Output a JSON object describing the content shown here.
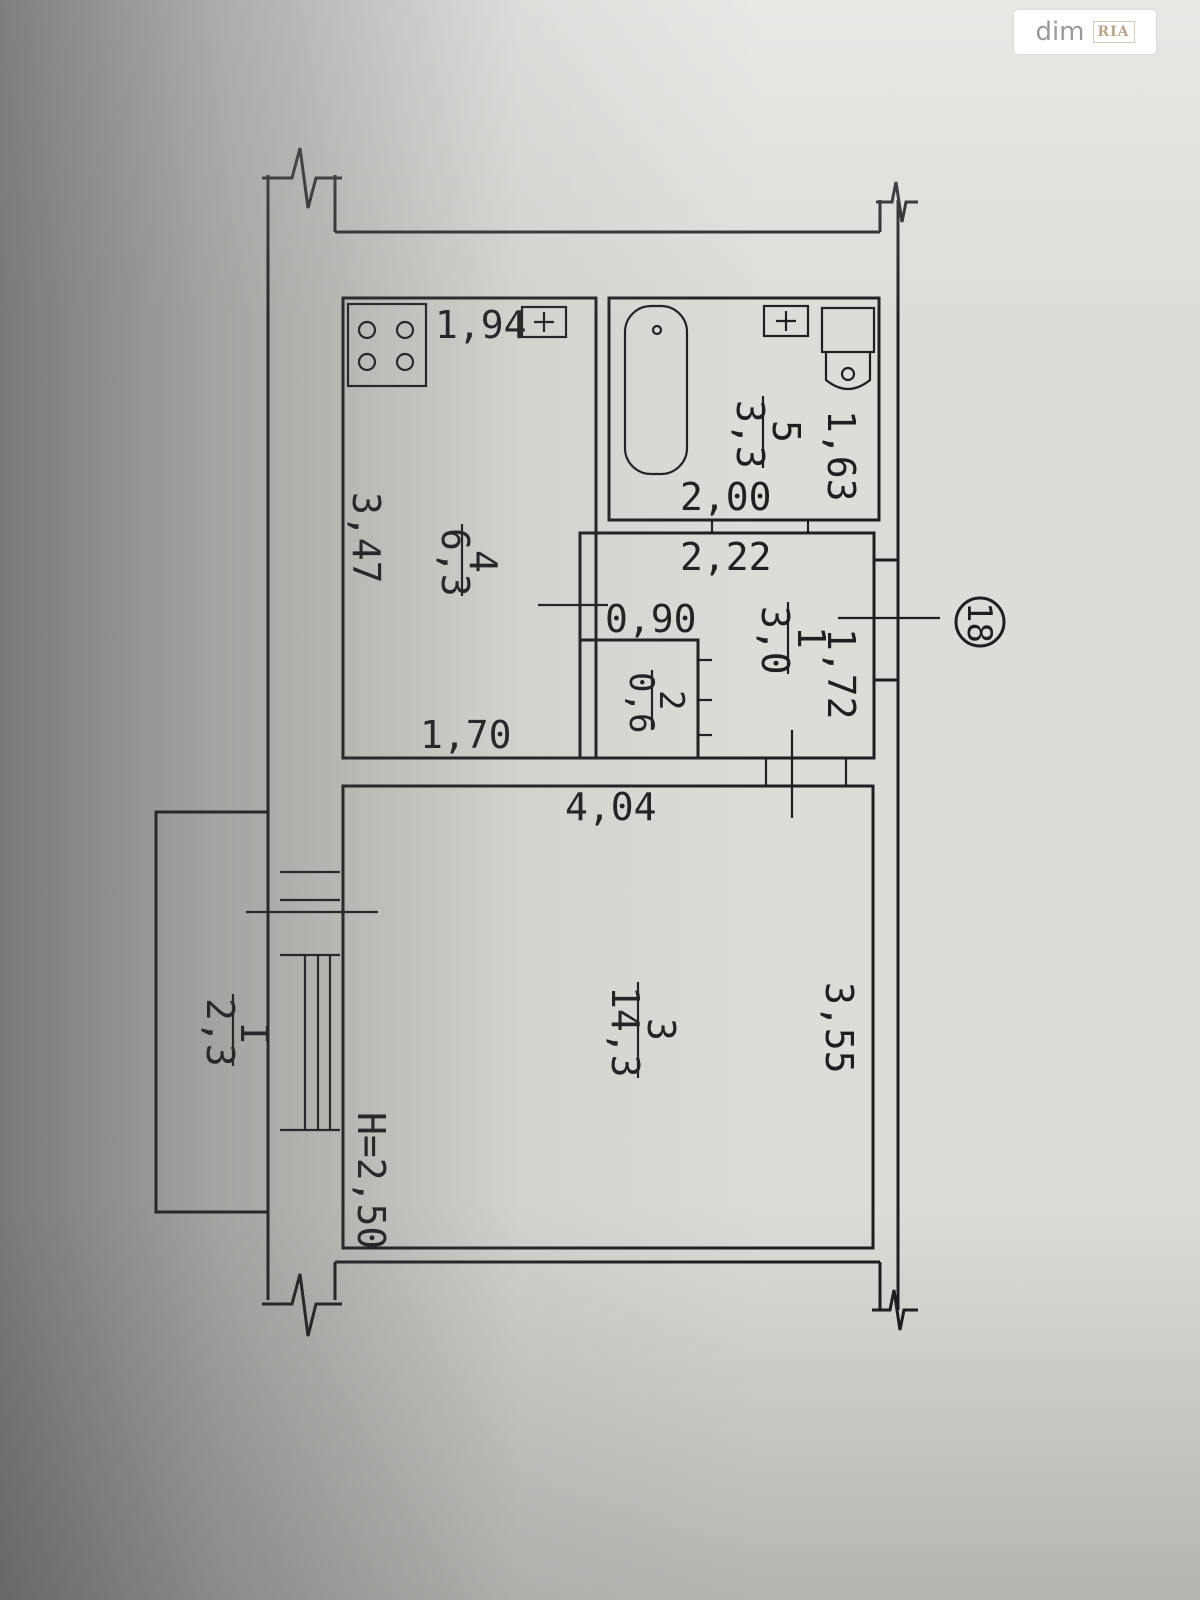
{
  "watermark": {
    "brand": "dim",
    "sub_brand": "RIA"
  },
  "plan": {
    "axis_marker": "18",
    "ceiling_height": "H=2,50",
    "rooms": [
      {
        "number": "1",
        "area": "3,0"
      },
      {
        "number": "2",
        "area": "0,6"
      },
      {
        "number": "3",
        "area": "14,3"
      },
      {
        "number": "4",
        "area": "6,3"
      },
      {
        "number": "5",
        "area": "3,3"
      },
      {
        "number": "I",
        "area": "2,3"
      }
    ],
    "dimensions": {
      "kitchen_top": "1,94",
      "kitchen_side": "3,47",
      "kitchen_bottom": "1,70",
      "bath_side": "1,63",
      "bath_bottom": "2,00",
      "hall_top": "2,22",
      "hall_side": "1,72",
      "closet_top": "0,90",
      "living_top": "4,04",
      "living_side": "3,55"
    }
  }
}
